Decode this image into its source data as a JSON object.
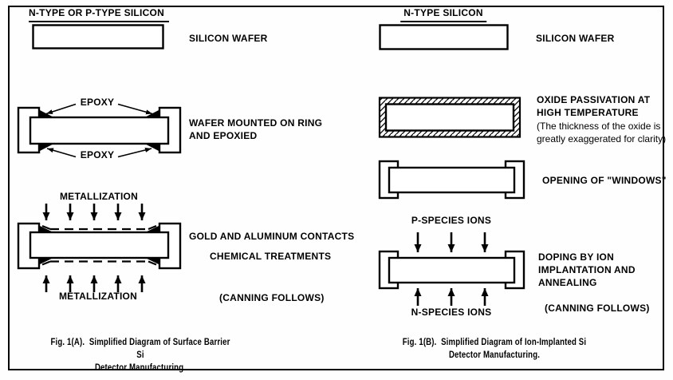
{
  "colors": {
    "ink": "#000000",
    "paper": "#ffffff"
  },
  "panel_a": {
    "step1": {
      "wafer_label": "N-TYPE OR P-TYPE SILICON",
      "annotation": "SILICON WAFER"
    },
    "step2": {
      "epoxy_label_top": "EPOXY",
      "epoxy_label_bottom": "EPOXY",
      "annotation": [
        "WAFER MOUNTED ON RING",
        "AND EPOXIED"
      ]
    },
    "step3": {
      "metallization_label_top": "METALLIZATION",
      "metallization_label_bottom": "METALLIZATION",
      "annotation_contacts": "GOLD AND ALUMINUM CONTACTS",
      "annotation_treatments": "CHEMICAL TREATMENTS",
      "annotation_canning": "(CANNING FOLLOWS)"
    },
    "caption": [
      "Fig. 1(A).  Simplified Diagram of Surface Barrier Si",
      "Detector Manufacturing."
    ]
  },
  "panel_b": {
    "step1": {
      "wafer_label": "N-TYPE SILICON",
      "annotation": "SILICON WAFER"
    },
    "step2": {
      "annotation": [
        "OXIDE PASSIVATION AT",
        "HIGH TEMPERATURE"
      ],
      "note": [
        "(The thickness of the oxide is",
        "greatly exaggerated for clarity)"
      ]
    },
    "step3": {
      "annotation": "OPENING OF \"WINDOWS\""
    },
    "step4": {
      "ions_label_top": "P-SPECIES IONS",
      "ions_label_bottom": "N-SPECIES IONS",
      "annotation": [
        "DOPING BY ION",
        "IMPLANTATION AND",
        "ANNEALING"
      ],
      "annotation_canning": "(CANNING FOLLOWS)"
    },
    "caption": [
      "Fig. 1(B).  Simplified Diagram of Ion-Implanted Si",
      "Detector Manufacturing."
    ]
  }
}
